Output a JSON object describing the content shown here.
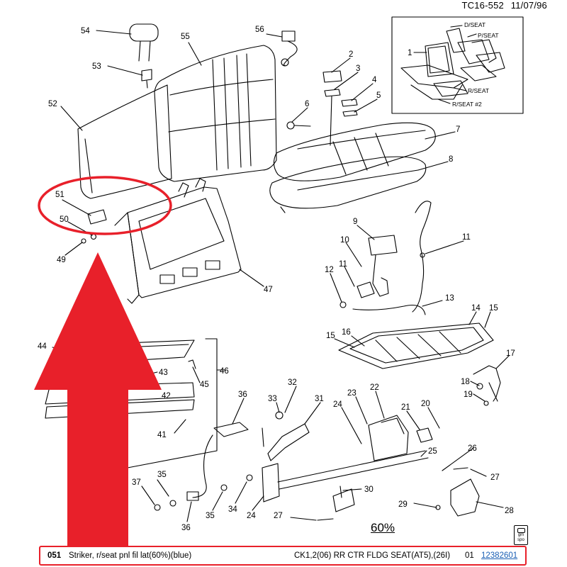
{
  "header": {
    "code": "TC16-552",
    "date": "11/07/96"
  },
  "callouts": [
    {
      "n": "54"
    },
    {
      "n": "53"
    },
    {
      "n": "55"
    },
    {
      "n": "56"
    },
    {
      "n": "52"
    },
    {
      "n": "2"
    },
    {
      "n": "3"
    },
    {
      "n": "4"
    },
    {
      "n": "5"
    },
    {
      "n": "6"
    },
    {
      "n": "7"
    },
    {
      "n": "8"
    },
    {
      "n": "51"
    },
    {
      "n": "50"
    },
    {
      "n": "49"
    },
    {
      "n": "9"
    },
    {
      "n": "10"
    },
    {
      "n": "11"
    },
    {
      "n": "11"
    },
    {
      "n": "12"
    },
    {
      "n": "13"
    },
    {
      "n": "14"
    },
    {
      "n": "15"
    },
    {
      "n": "15"
    },
    {
      "n": "16"
    },
    {
      "n": "47"
    },
    {
      "n": "44"
    },
    {
      "n": "43"
    },
    {
      "n": "46"
    },
    {
      "n": "45"
    },
    {
      "n": "42"
    },
    {
      "n": "41"
    },
    {
      "n": "17"
    },
    {
      "n": "18"
    },
    {
      "n": "19"
    },
    {
      "n": "36"
    },
    {
      "n": "33"
    },
    {
      "n": "32"
    },
    {
      "n": "31"
    },
    {
      "n": "23"
    },
    {
      "n": "22"
    },
    {
      "n": "24"
    },
    {
      "n": "21"
    },
    {
      "n": "20"
    },
    {
      "n": "25"
    },
    {
      "n": "26"
    },
    {
      "n": "35"
    },
    {
      "n": "37"
    },
    {
      "n": "27"
    },
    {
      "n": "30"
    },
    {
      "n": "34"
    },
    {
      "n": "24"
    },
    {
      "n": "29"
    },
    {
      "n": "28"
    },
    {
      "n": "36"
    },
    {
      "n": "35"
    },
    {
      "n": "27"
    },
    {
      "n": "1"
    }
  ],
  "inset": {
    "labels": [
      "D/SEAT",
      "P/SEAT",
      "R/SEAT",
      "R/SEAT #2"
    ]
  },
  "percent_label": "60%",
  "logo_text": "gm spo",
  "footer": {
    "item": "051",
    "description": "Striker, r/seat pnl fil lat(60%)(blue)",
    "application": "CK1,2(06) RR CTR FLDG SEAT(AT5),(26I)",
    "qty": "01",
    "part_number": "12382601"
  },
  "colors": {
    "highlight": "#e8202a",
    "link": "#1a5fb4"
  },
  "icons": [
    "up-arrow-icon",
    "highlight-ellipse"
  ]
}
